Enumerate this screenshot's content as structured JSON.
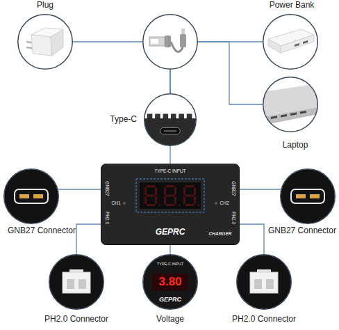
{
  "diagram": {
    "nodes": [
      {
        "text": [
          "Plug"
        ]
      },
      {
        "text": [
          "Power Bank"
        ]
      },
      {
        "text": [
          "Type-C"
        ]
      },
      {
        "text": [
          "Laptop"
        ]
      },
      {
        "text": [
          "TYPE-C INPUT",
          "GNB27",
          "CH1",
          "PH2.0",
          "GNB27",
          "CH2",
          "PH2.0",
          "GEPRC",
          "CHARGER"
        ]
      },
      {
        "text": [
          "GNB27 Connector"
        ]
      },
      {
        "text": [
          "GNB27 Connector"
        ]
      },
      {
        "text": [
          "PH2.0 Connector"
        ]
      },
      {
        "text": [
          "TYPE-C INPUT",
          "3.80",
          "GEPRC",
          "Voltage"
        ]
      },
      {
        "text": [
          "PH2.0 Connector"
        ]
      }
    ],
    "edges": [
      {
        "from": 0,
        "to": 2,
        "arrow": "none"
      },
      {
        "from": 1,
        "to": 2,
        "arrow": "none"
      },
      {
        "from": 3,
        "to": 2,
        "arrow": "none"
      },
      {
        "from": 2,
        "to": 4,
        "arrow": "none"
      },
      {
        "from": 4,
        "to": 5,
        "arrow": "none"
      },
      {
        "from": 4,
        "to": 6,
        "arrow": "none"
      },
      {
        "from": 4,
        "to": 7,
        "arrow": "none"
      },
      {
        "from": 4,
        "to": 8,
        "arrow": "none"
      },
      {
        "from": 4,
        "to": 9,
        "arrow": "none"
      }
    ]
  }
}
